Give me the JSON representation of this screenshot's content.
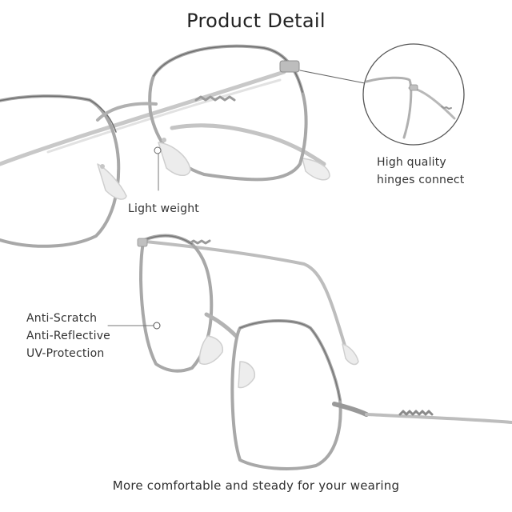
{
  "title": "Product Detail",
  "callouts": {
    "hinges": {
      "line1": "High quality",
      "line2": "hinges connect"
    },
    "weight": {
      "text": "Light weight"
    },
    "lens": {
      "line1": "Anti-Scratch",
      "line2": "Anti-Reflective",
      "line3": "UV-Protection"
    }
  },
  "footer": "More comfortable and steady for your wearing",
  "colors": {
    "frame": "#b5b5b5",
    "frame_dark": "#8a8a8a",
    "text": "#2b2b2b",
    "leader": "#555555"
  }
}
